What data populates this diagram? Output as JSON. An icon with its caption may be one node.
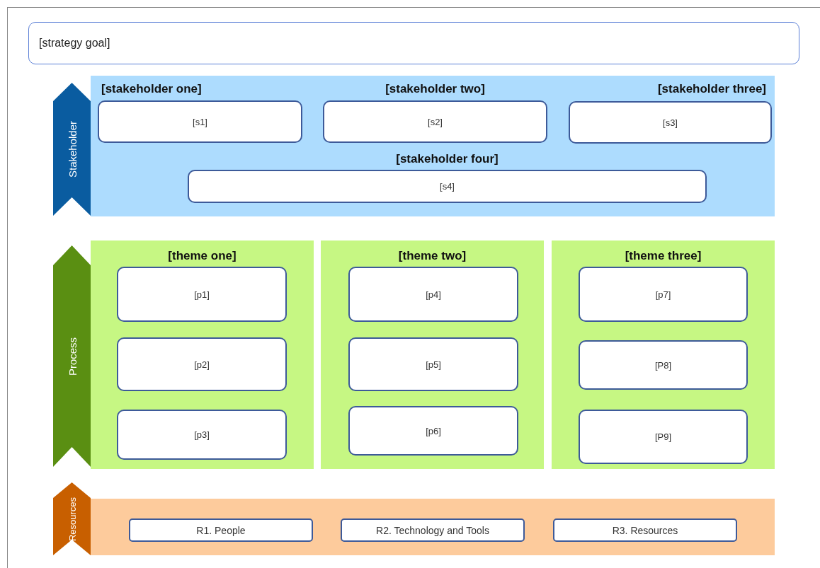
{
  "diagram": {
    "nodes": [
      {
        "text": [
          "[strategy goal]"
        ]
      },
      {
        "text": [
          "Stakeholder"
        ]
      },
      {
        "text": [],
        "shape": "box"
      },
      {
        "text": [
          "[stakeholder one]",
          "[s1]"
        ],
        "in": 2
      },
      {
        "text": [
          "[stakeholder two]",
          "[s2]"
        ],
        "in": 2
      },
      {
        "text": [
          "[stakeholder three]",
          "[s3]"
        ],
        "in": 2
      },
      {
        "text": [
          "[stakeholder four]",
          "[s4]"
        ],
        "in": 2
      },
      {
        "text": [
          "Process"
        ]
      },
      {
        "text": [
          "[theme one]"
        ]
      },
      {
        "text": [
          "[p1]"
        ],
        "in": 8
      },
      {
        "text": [
          "[p2]"
        ],
        "in": 8
      },
      {
        "text": [
          "[p3]"
        ],
        "in": 8
      },
      {
        "text": [
          "[theme two]"
        ]
      },
      {
        "text": [
          "[p4]"
        ],
        "in": 12
      },
      {
        "text": [
          "[p5]"
        ],
        "in": 12
      },
      {
        "text": [
          "[p6]"
        ],
        "in": 12
      },
      {
        "text": [
          "[theme three]"
        ]
      },
      {
        "text": [
          "[p7]"
        ],
        "in": 16
      },
      {
        "text": [
          "[P8]"
        ],
        "in": 16
      },
      {
        "text": [
          "[P9]"
        ],
        "in": 16
      },
      {
        "text": [
          "Resources"
        ]
      },
      {
        "text": [],
        "shape": "box"
      },
      {
        "text": [
          "R1. People"
        ],
        "in": 21
      },
      {
        "text": [
          "R2. Technology and Tools"
        ],
        "in": 21
      },
      {
        "text": [
          "R3. Resources"
        ],
        "in": 21
      }
    ],
    "edges": []
  }
}
